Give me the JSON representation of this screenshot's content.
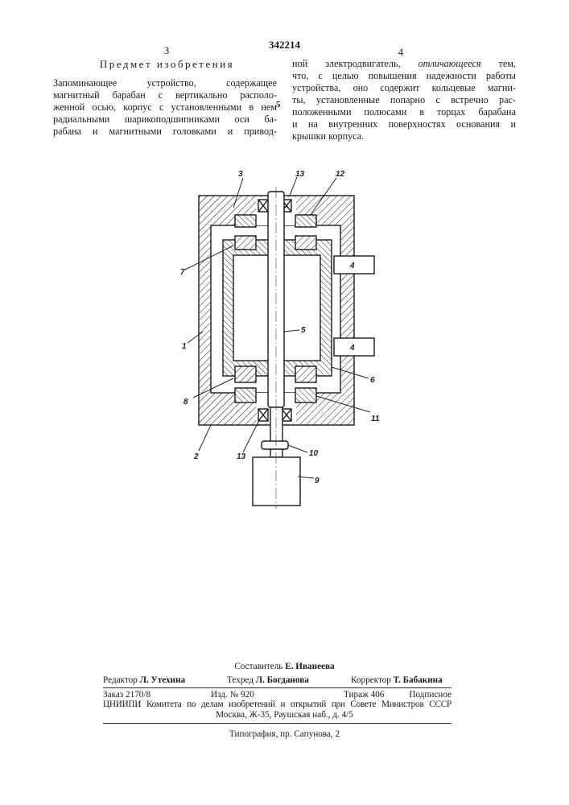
{
  "patent_number": "342214",
  "left_column": {
    "page_number": "3",
    "heading": "Предмет изобретения",
    "lines": [
      "Запоминающее устройство, содержащее",
      "магнитный барабан с вертикально располо-",
      "женной осью, корпус с установленными в нем",
      "радиальными шарикоподшипниками оси ба-",
      "рабана и магнитными головками и привод-"
    ]
  },
  "line_marker": "5",
  "right_column": {
    "page_number": "4",
    "first_line_start": "ной электродвигатель,",
    "first_line_emphasis": "отличающееся",
    "first_line_end": "тем,",
    "lines": [
      "что, с целью повышения надежности работы",
      "устройства, оно содержит кольцевые магни-",
      "ты, установленные попарно с встречно рас-",
      "положенными полюсами в торцах барабана",
      "и на внутренних поверхностях основания и",
      "крышки корпуса."
    ]
  },
  "figure": {
    "labels": {
      "housing": "1",
      "base": "2",
      "cover": "3",
      "head_top": "4",
      "head_bottom": "4",
      "shaft": "5",
      "drum": "6",
      "magnet_drum_top": "7",
      "magnet_drum_bottom": "8",
      "motor": "9",
      "coupling": "10",
      "magnet_base": "11",
      "magnet_cover": "12",
      "bearing_top": "13",
      "bearing_bottom": "13"
    }
  },
  "footer": {
    "compiler_label": "Составитель",
    "compiler": "Е. Иванеева",
    "editor_label": "Редактор",
    "editor": "Л. Утехина",
    "techred_label": "Техред",
    "techred": "Л. Богданова",
    "corrector_label": "Корректор",
    "corrector": "Т. Бабакина",
    "order": "Заказ 2170/8",
    "edition": "Изд. № 920",
    "circulation": "Тираж 406",
    "subscription": "Подписное",
    "publisher": "ЦНИИПИ Комитета по делам изобретений и открытий при Совете Министров СССР",
    "address": "Москва, Ж-35, Раушская наб., д. 4/5",
    "printer": "Типография, пр. Сапунова, 2"
  }
}
